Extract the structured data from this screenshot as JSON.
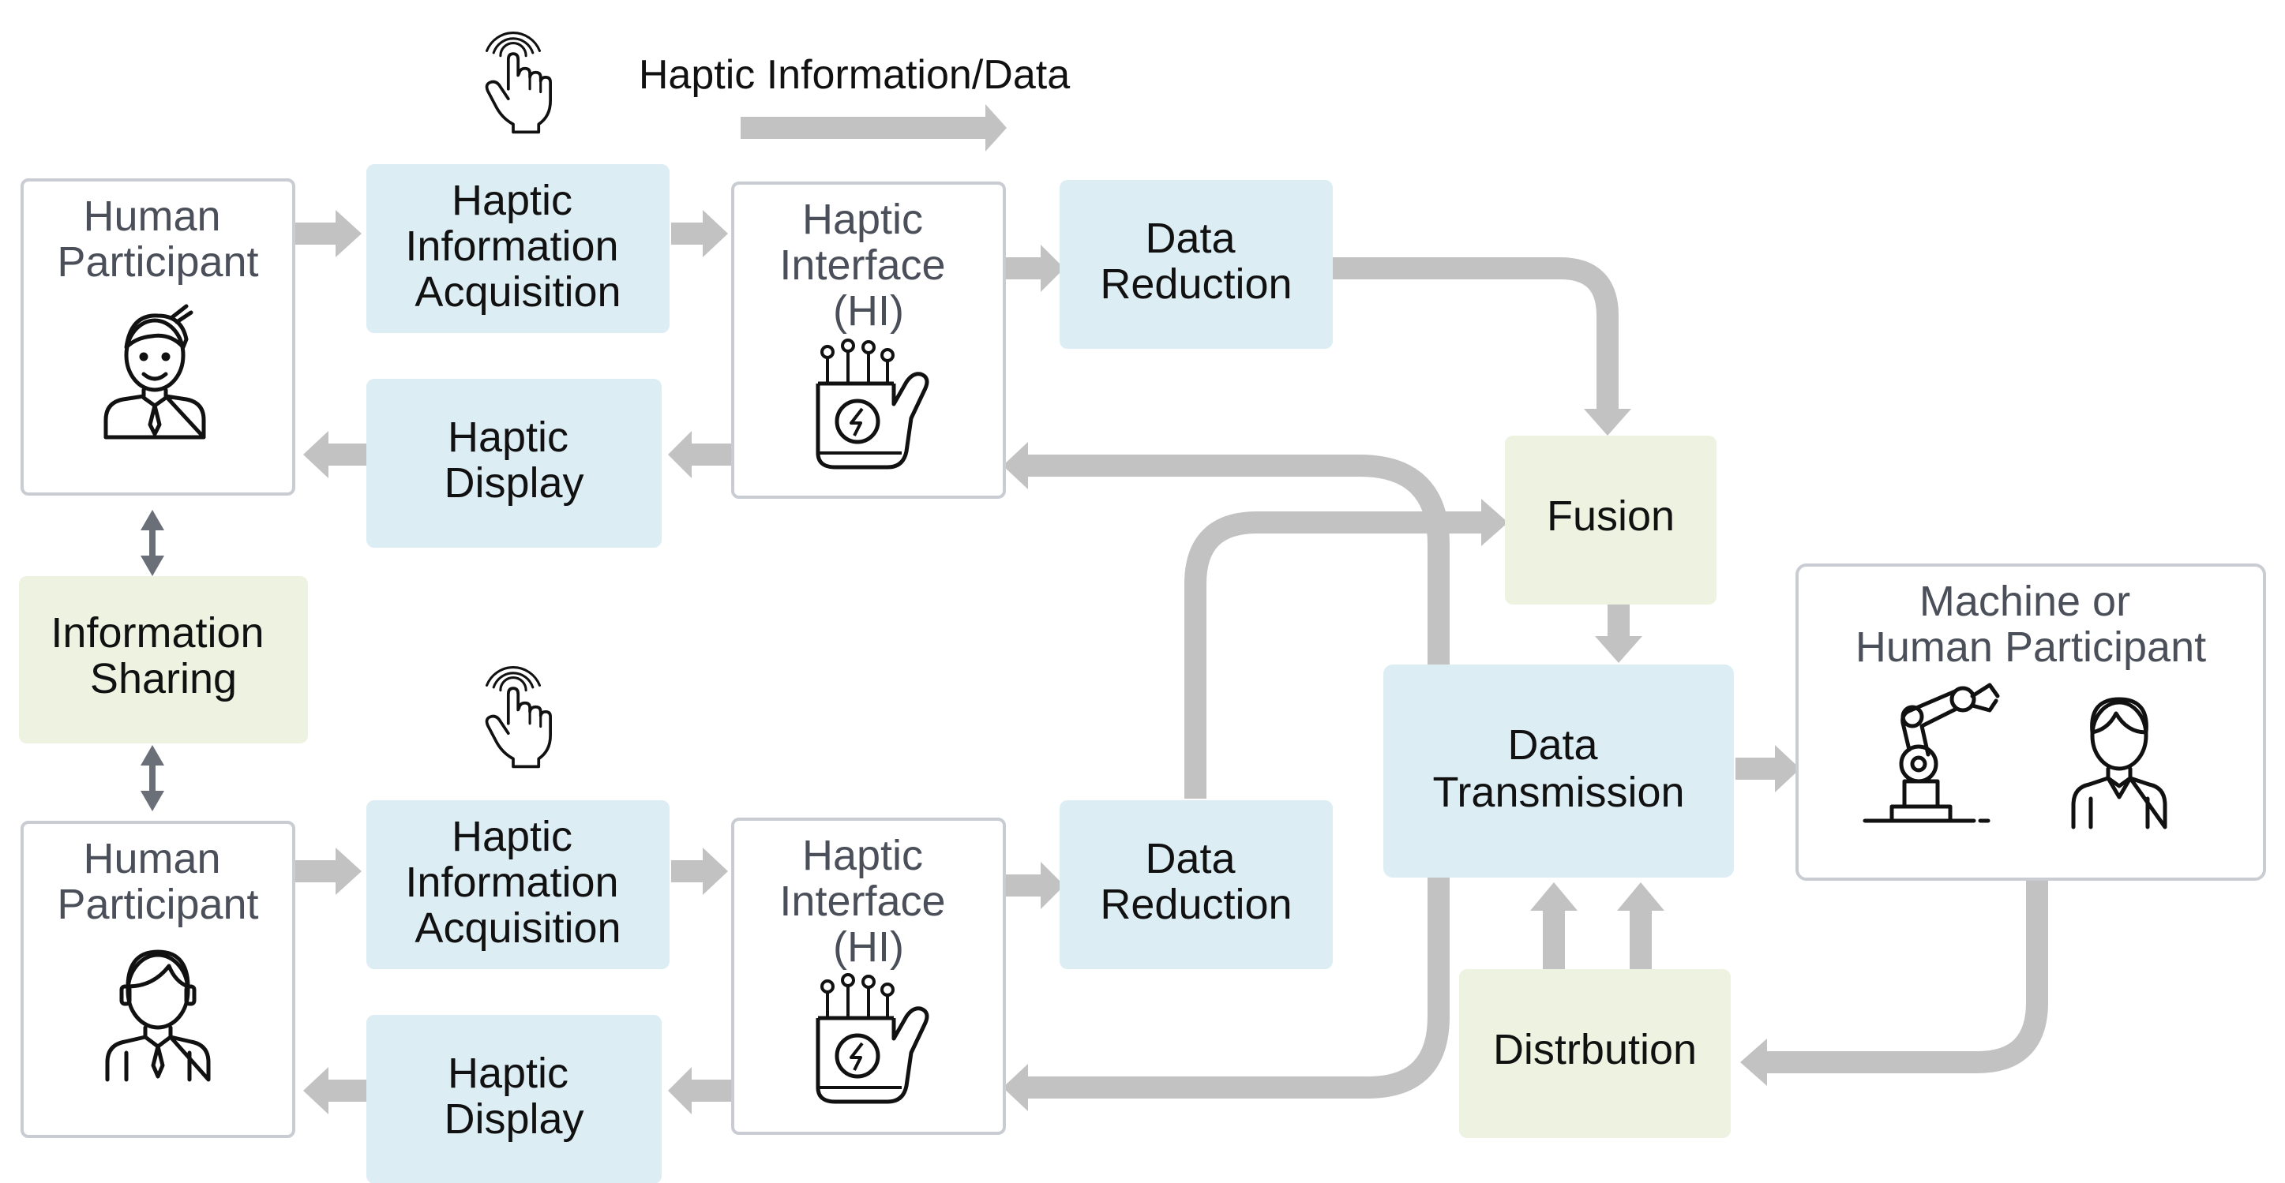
{
  "header": {
    "caption": "Haptic Information/Data"
  },
  "nodes": {
    "human_top": [
      "Human",
      "Participant"
    ],
    "hia_top": [
      "Haptic",
      "Information",
      "Acquisition"
    ],
    "hi_top": [
      "Haptic",
      "Interface",
      "(HI)"
    ],
    "dr_top": [
      "Data",
      "Reduction"
    ],
    "hd_top": [
      "Haptic",
      "Display"
    ],
    "info_sharing": [
      "Information",
      "Sharing"
    ],
    "human_bottom": [
      "Human",
      "Participant"
    ],
    "hia_bottom": [
      "Haptic",
      "Information",
      "Acquisition"
    ],
    "hi_bottom": [
      "Haptic",
      "Interface",
      "(HI)"
    ],
    "dr_bottom": [
      "Data",
      "Reduction"
    ],
    "hd_bottom": [
      "Haptic",
      "Display"
    ],
    "fusion": [
      "Fusion"
    ],
    "data_transmission": [
      "Data",
      "Transmission"
    ],
    "machine_human": [
      "Machine or",
      "Human Participant"
    ],
    "distribution": [
      "Distrbution"
    ]
  },
  "icons": [
    "tap-hand-icon",
    "businessman-icon",
    "person-icon",
    "haptic-glove-icon",
    "robot-arm-icon"
  ],
  "colors": {
    "blue_box": "#dcedf4",
    "green_box": "#eef2e1",
    "white_box_border": "#c9ccd3",
    "arrow": "#c2c2c2",
    "dark_arrow": "#6b7078",
    "text_dark": "#111111",
    "text_grey": "#4a4f59"
  }
}
